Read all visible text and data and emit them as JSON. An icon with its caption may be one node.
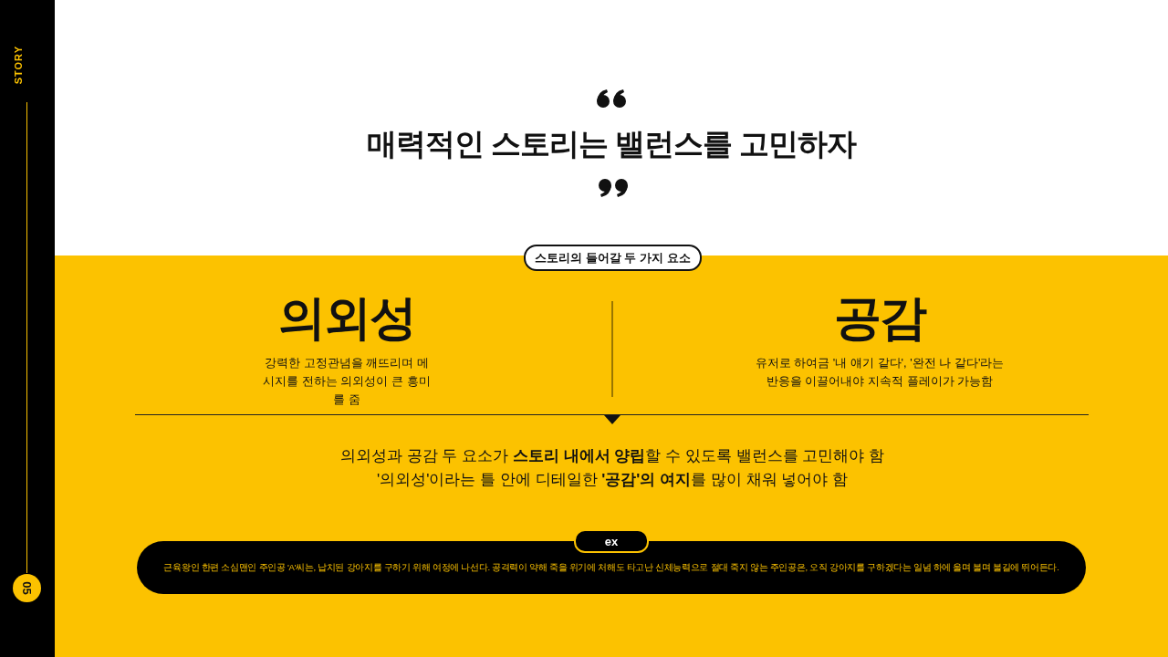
{
  "diagram": {
    "title": "매력적인 스토리는 밸런스를 고민하자",
    "nodes": [
      {
        "text": [
          "05"
        ]
      },
      {
        "text": [
          "스토리의 들어갈 두 가지 요소"
        ]
      },
      {
        "text": [
          "ex",
          "근육왕인 한편 소심맨인 주인공 'A'씨는, 납치된 강아지를 구하기 위해 여정에 나선다. 공격력이 약해 죽을 위기에 처해도 타고난 신체능력으로 절대 죽지 않는 주인공은, 오직 강아지를 구하겠다는 일념 하에 울며 불며 불길에 뛰어든다."
        ]
      }
    ],
    "labels": [
      "STORY",
      "의외성",
      "강력한 고정관념을 깨뜨리며 메시지를 전하는 의외성이 큰 흥미를 줌",
      "공감",
      "유저로 하여금 '내 얘기 같다', '완전 나 같다'라는 반응을 이끌어내야 지속적 플레이가 가능함",
      "의외성과 공감 두 요소가 **스토리 내에서 양립**할 수 있도록 밸런스를 고민해야 함",
      "'의외성'이라는 틀 안에 디테일한 **'공감'의 여지**를 많이 채워 넣어야 함"
    ]
  }
}
